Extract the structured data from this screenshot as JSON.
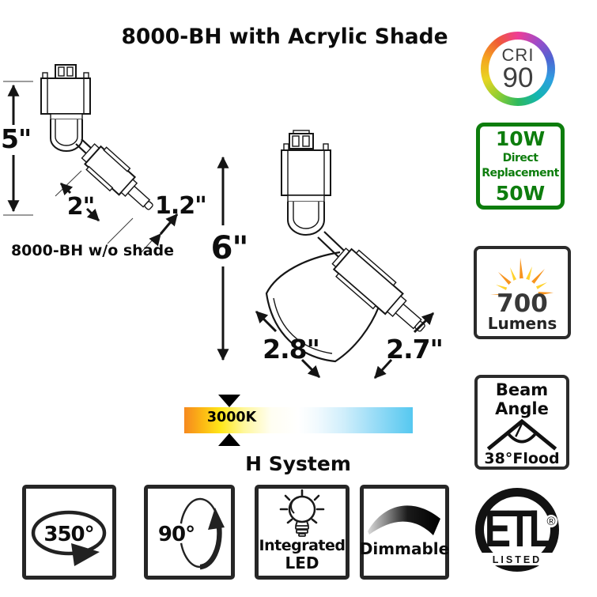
{
  "title": "8000-BH with Acrylic Shade",
  "cri": {
    "label": "CRI",
    "value": "90"
  },
  "replacement": {
    "new_watt": "10W",
    "line1": "Direct",
    "line2": "Replacement",
    "old_watt": "50W"
  },
  "lumens": {
    "value": "700",
    "unit": "Lumens"
  },
  "beam": {
    "word1": "Beam",
    "word2": "Angle",
    "spec": "38°Flood"
  },
  "small_fixture": {
    "height": "5\"",
    "body_length": "2\"",
    "tip_length": "1.2\"",
    "caption": "8000-BH w/o shade"
  },
  "large_fixture": {
    "height": "6\"",
    "shade_width": "2.8\"",
    "shade_depth": "2.7\""
  },
  "color_temperature": {
    "label": "3000K"
  },
  "system": {
    "label": "H System"
  },
  "features": {
    "horizontal_rotation": "350°",
    "vertical_rotation": "90°",
    "led_line1": "Integrated",
    "led_line2": "LED",
    "dimmable": "Dimmable"
  },
  "etl": {
    "brand": "ETL",
    "listed": "LISTED",
    "registered": "®"
  },
  "colors": {
    "accent_green": "#0d7d0d",
    "ray_orange": "#F7941E",
    "ray_yellow": "#FFD22E",
    "warm_end": "#F6891F",
    "cool_end": "#55C8F0"
  }
}
